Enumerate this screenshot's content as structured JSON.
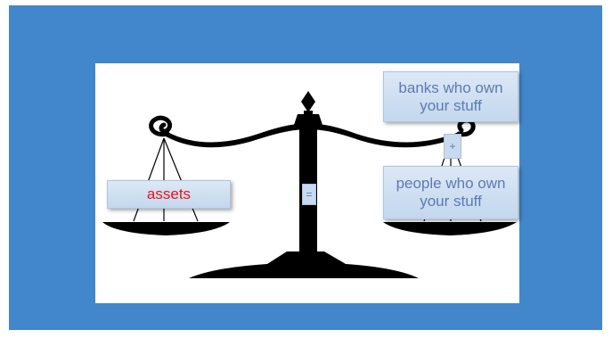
{
  "labels": {
    "assets": "assets",
    "banks": "banks who own your stuff",
    "people": "people who own your stuff",
    "plus": "+",
    "equals": "="
  },
  "colors": {
    "slide_background": "#4286cc",
    "assets_text": "#e8141a",
    "label_text": "#5b7bb4",
    "scale": "#000000"
  }
}
